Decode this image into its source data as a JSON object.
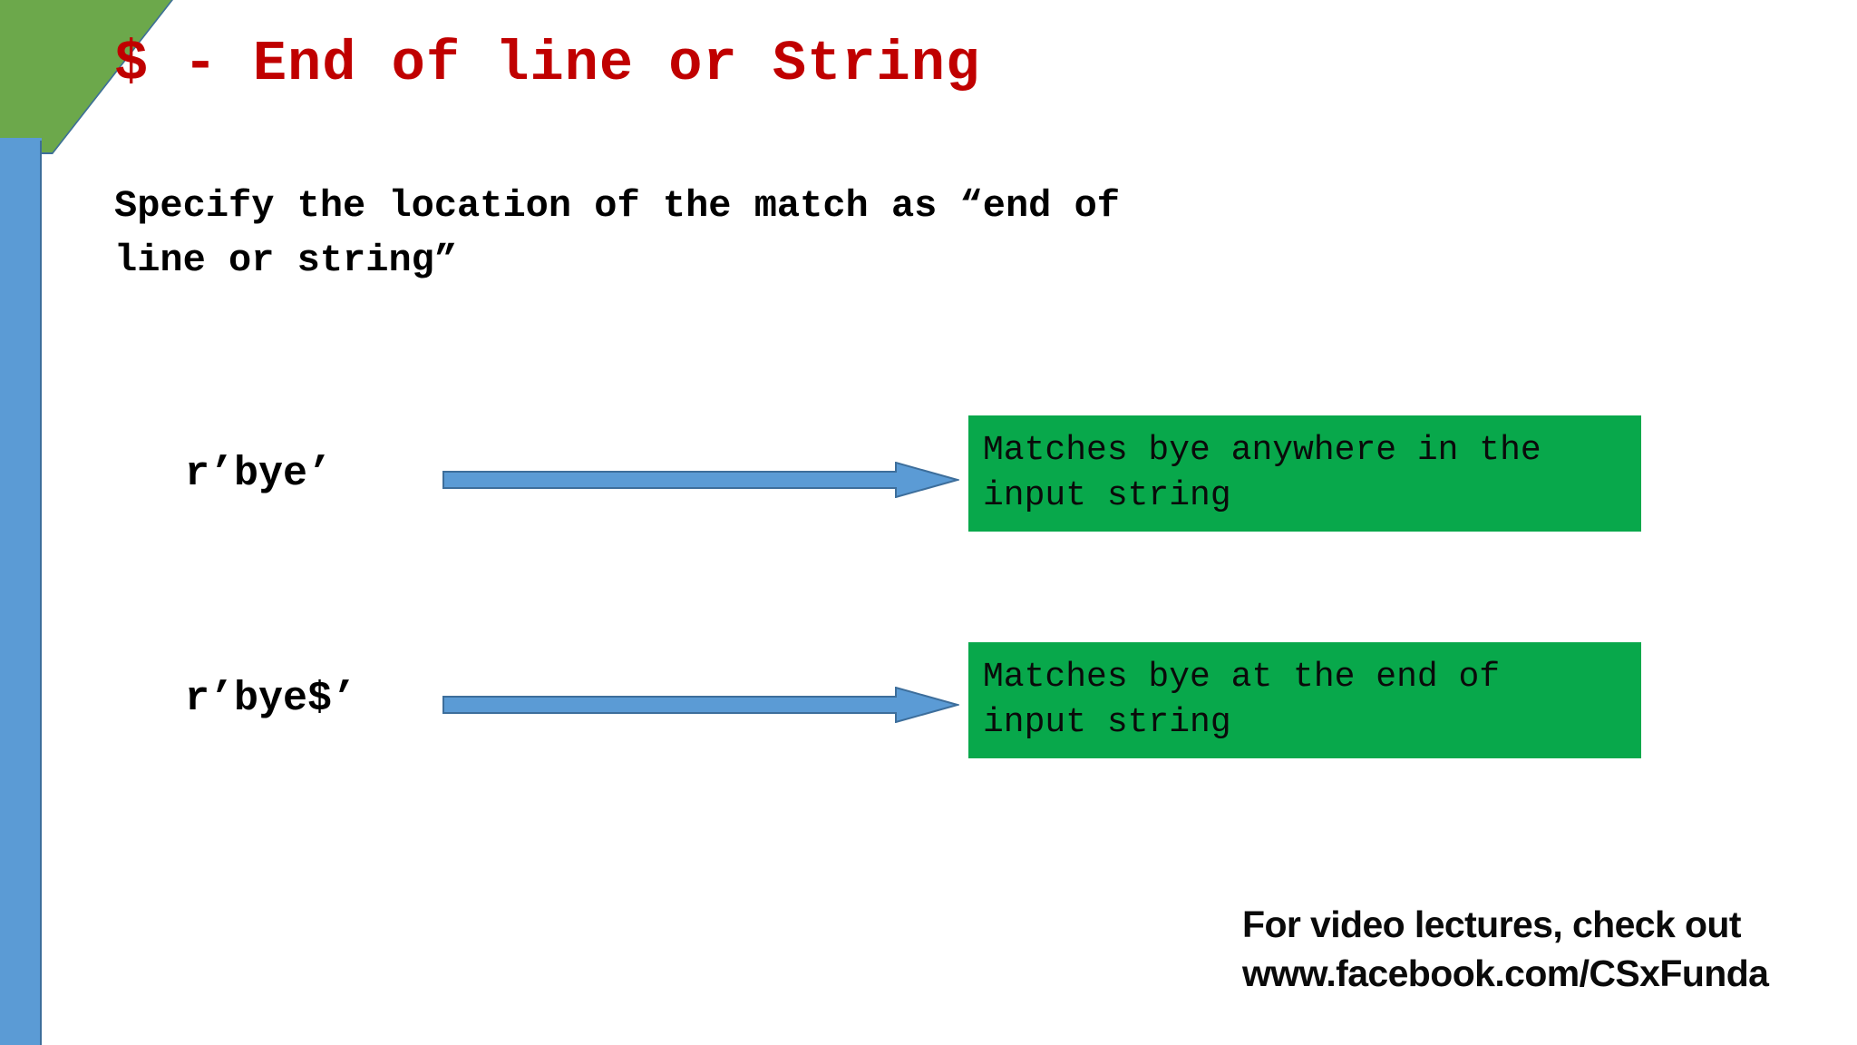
{
  "slide": {
    "title": "$ - End of line or String",
    "body": "Specify the location of the match as “end of\nline or string”",
    "rows": [
      {
        "pattern": "r’bye’",
        "arrow": "right-arrow",
        "description": "Matches bye anywhere in the\ninput string"
      },
      {
        "pattern": "r’bye$’",
        "arrow": "right-arrow",
        "description": "Matches bye at the end of\ninput string"
      }
    ],
    "footer": {
      "line1": "For video lectures, check out",
      "line2": "www.facebook.com/CSxFunda"
    },
    "colors": {
      "title": "#C00000",
      "callout_background": "#08A84B",
      "arrow_fill": "#5B9BD5",
      "arrow_stroke": "#3D6E9B",
      "deco_green": "#6CA84B",
      "deco_blue": "#5B9BD5",
      "slide_background": "#FFFFFF"
    }
  }
}
